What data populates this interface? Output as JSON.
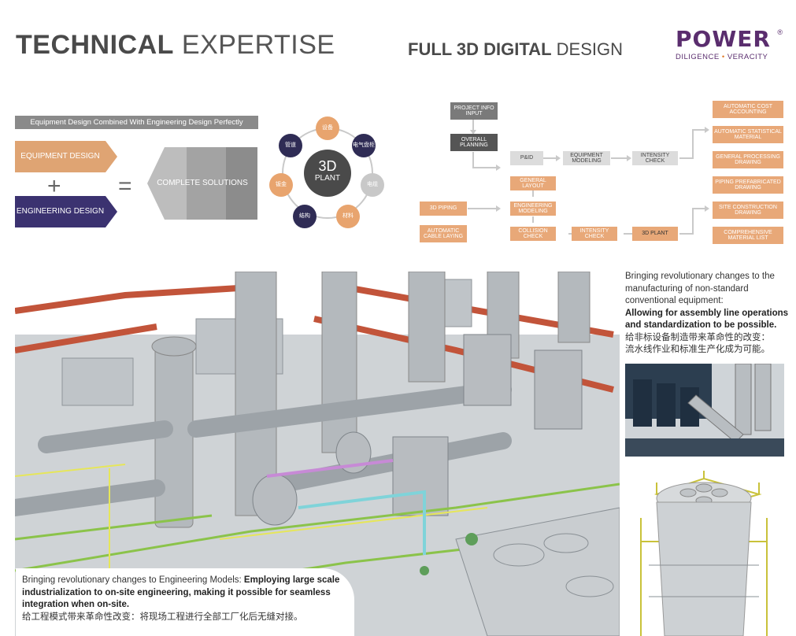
{
  "header": {
    "title_bold": "TECHNICAL",
    "title_light": "EXPERTISE",
    "subtitle_bold": "FULL 3D DIGITAL",
    "subtitle_light": "DESIGN"
  },
  "logo": {
    "word": "POWER",
    "registered": "®",
    "tag_left": "DILIGENCE",
    "tag_sep": "•",
    "tag_right": "VERACITY"
  },
  "left_diagram": {
    "banner": "Equipment Design Combined With Engineering Design Perfectly",
    "equipment": "EQUIPMENT DESIGN",
    "plus": "+",
    "engineering": "ENGINEERING DESIGN",
    "equals": "=",
    "solutions": "COMPLETE SOLUTIONS",
    "colors": {
      "orange": "#dfa473",
      "navy": "#3b3270",
      "gray": "#8a8a8a"
    }
  },
  "plant_wheel": {
    "center_big": "3D",
    "center_small": "PLANT",
    "nodes": [
      "设备",
      "电气盘柜",
      "电缆",
      "材料",
      "结构",
      "钣金",
      "管道"
    ],
    "colors": {
      "orange": "#e8a46e",
      "navy": "#2f2c55",
      "center": "#4a4a4a"
    }
  },
  "flow": {
    "project_info": "PROJECT INFO INPUT",
    "overall_planning": "OVERALL PLANNING",
    "pid": "P&ID",
    "equipment_modeling": "EQUIPMENT MODELING",
    "intensity_check_top": "INTENSITY CHECK",
    "general_layout": "GENERAL LAYOUT",
    "engineering_modeling": "ENGINEERING MODELING",
    "collision_check": "COLLISION CHECK",
    "intensity_check_bottom": "INTENSITY CHECK",
    "plant_3d": "3D PLANT",
    "piping_3d": "3D PIPING",
    "auto_cable": "AUTOMATIC CABLE LAYING",
    "auto_cost": "AUTOMATIC COST ACCOUNTING",
    "auto_stat": "AUTOMATIC STATISTICAL MATERIAL",
    "general_processing": "GENERAL PROCESSING DRAWING",
    "piping_prefab": "PIPING PREFABRICATED DRAWING",
    "site_construction": "SITE CONSTRUCTION DRAWING",
    "comprehensive_list": "COMPREHENSIVE MATERIAL LIST"
  },
  "right_caption": {
    "intro": "Bringing revolutionary changes to the manufacturing of non-standard conventional equipment:",
    "bold": "Allowing for assembly line operations and standardization to be possible.",
    "cn_1": "给非标设备制造带来革命性的改变：",
    "cn_2": "流水线作业和标准生产化成为可能。"
  },
  "bottom_caption": {
    "intro": "Bringing revolutionary changes to Engineering Models: ",
    "bold": "Employing large scale industrialization to on-site engineering, making it possible for seamless integration when on-site.",
    "cn": "给工程模式带来革命性改变：将现场工程进行全部工厂化后无缝对接。"
  }
}
